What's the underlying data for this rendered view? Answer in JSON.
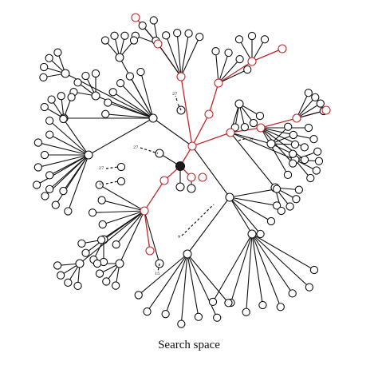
{
  "caption": "Search space",
  "colors": {
    "line": "#111111",
    "highlight": "#c0282d",
    "root": "#1a1a1a"
  },
  "edge_labels": [
    "27",
    "26",
    "27",
    "27",
    "15",
    "9",
    "15"
  ]
}
